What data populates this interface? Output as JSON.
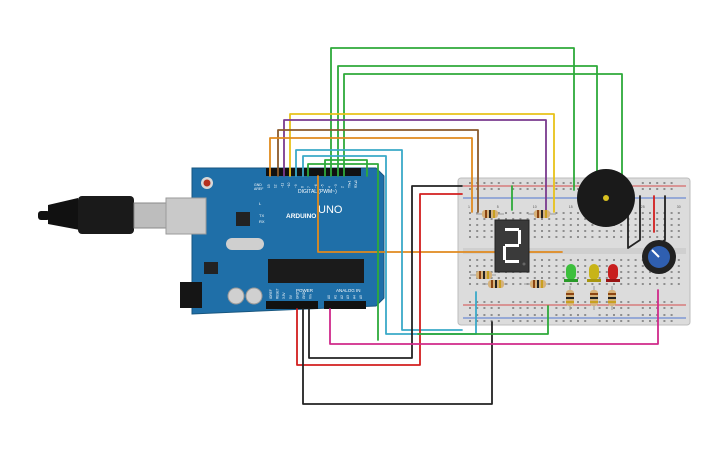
{
  "board": {
    "brand": "ARDUINO",
    "model": "UNO",
    "digital_label": "DIGITAL (PWM~)",
    "power_label": "POWER",
    "analog_label": "ANALOG IN",
    "tx_label": "TX",
    "rx_label": "RX",
    "l_label": "L",
    "aref_label": "AREF",
    "gnd_label": "GND",
    "digital_pins": [
      "13",
      "12",
      "~11",
      "~10",
      "~9",
      "8",
      "7",
      "~6",
      "~5",
      "4",
      "~3",
      "2",
      "TX▸1",
      "RX◂0"
    ],
    "power_pins": [
      "IOREF",
      "RESET",
      "3.3V",
      "5V",
      "GND",
      "GND",
      "Vin"
    ],
    "analog_pins": [
      "A0",
      "A1",
      "A2",
      "A3",
      "A4",
      "A5"
    ]
  },
  "breadboard": {
    "row_numbers": [
      "1",
      "5",
      "10",
      "15",
      "20",
      "25",
      "30"
    ]
  },
  "colors": {
    "board": "#1f6fa8",
    "breadboard": "#dcdcdc",
    "wire_green": "#2eaa3a",
    "wire_yellow": "#e8c21a",
    "wire_purple": "#7a3a8e",
    "wire_brown": "#8b5a2b",
    "wire_orange": "#e08a1e",
    "wire_cyan": "#3aa9c8",
    "wire_red": "#d21e1e",
    "wire_black": "#222222",
    "wire_magenta": "#d02a8a",
    "led_green": "#3cbf3c",
    "led_yellow": "#c8b418",
    "led_red": "#c81e1e"
  }
}
